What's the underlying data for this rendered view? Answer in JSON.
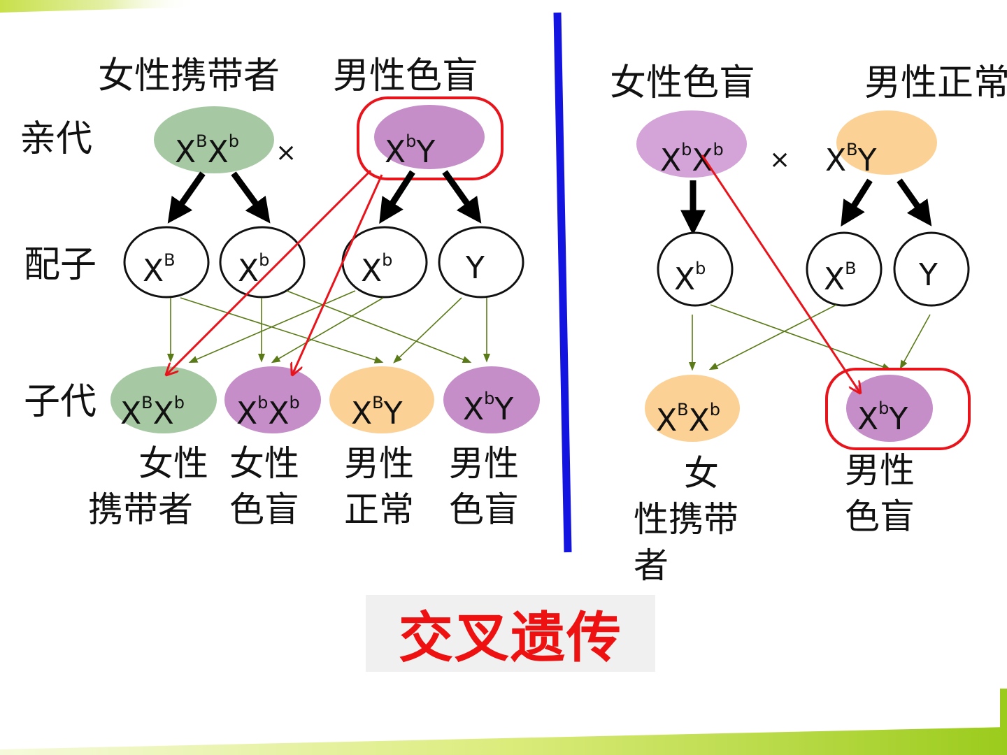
{
  "left": {
    "parent_female_label": "女性携带者",
    "parent_male_label": "男性色盲",
    "row_parent": "亲代",
    "row_gamete": "配子",
    "row_offspring": "子代",
    "cross_symbol": "×",
    "parents": [
      {
        "base1": "X",
        "sup1": "B",
        "base2": "X",
        "sup2": "b"
      },
      {
        "base1": "X",
        "sup1": "b",
        "base2": "Y",
        "sup2": ""
      }
    ],
    "gametes": [
      {
        "base": "X",
        "sup": "B"
      },
      {
        "base": "X",
        "sup": "b"
      },
      {
        "base": "X",
        "sup": "b"
      },
      {
        "base": "Y",
        "sup": ""
      }
    ],
    "offspring": [
      {
        "base1": "X",
        "sup1": "B",
        "base2": "X",
        "sup2": "b",
        "label1": "女性",
        "label2": "携带者"
      },
      {
        "base1": "X",
        "sup1": "b",
        "base2": "X",
        "sup2": "b",
        "label1": "女性",
        "label2": "色盲"
      },
      {
        "base1": "X",
        "sup1": "B",
        "base2": "Y",
        "sup2": "",
        "label1": "男性",
        "label2": "正常"
      },
      {
        "base1": "X",
        "sup1": "b",
        "base2": "Y",
        "sup2": "",
        "label1": "男性",
        "label2": "色盲"
      }
    ]
  },
  "right": {
    "parent_female_label": "女性色盲",
    "parent_male_label": "男性正常",
    "cross_symbol": "×",
    "parents": [
      {
        "base1": "X",
        "sup1": "b",
        "base2": "X",
        "sup2": "b"
      },
      {
        "base1": "X",
        "sup1": "B",
        "base2": "Y",
        "sup2": ""
      }
    ],
    "gametes": [
      {
        "base": "X",
        "sup": "b"
      },
      {
        "base": "X",
        "sup": "B"
      },
      {
        "base": "Y",
        "sup": ""
      }
    ],
    "offspring": [
      {
        "base1": "X",
        "sup1": "B",
        "base2": "X",
        "sup2": "b",
        "label1": "女",
        "label2": "性携带",
        "label3": "者"
      },
      {
        "base1": "X",
        "sup1": "b",
        "base2": "Y",
        "sup2": "",
        "label1": "男性",
        "label2": "色盲"
      }
    ]
  },
  "title": "交叉遗传",
  "colors": {
    "carrier_green": "#a6c9a4",
    "colorblind_purple": "#c58ec8",
    "colorblind_purple_light": "#d4a4d8",
    "normal_orange": "#fcd195",
    "divider_blue": "#1414e0",
    "highlight_red": "#e8141c",
    "cross_line_green": "#5a7a18"
  }
}
